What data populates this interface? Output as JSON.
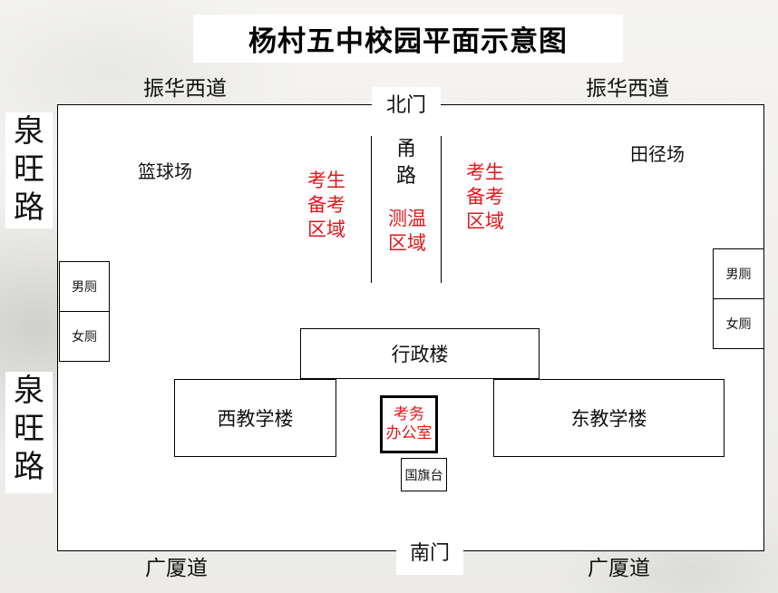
{
  "title": "杨村五中校园平面示意图",
  "roads": {
    "north_left": "振华西道",
    "north_right": "振华西道",
    "south_left": "广厦道",
    "south_right": "广厦道",
    "west_upper": [
      "泉",
      "旺",
      "路"
    ],
    "west_lower": [
      "泉",
      "旺",
      "路"
    ]
  },
  "gates": {
    "north": "北门",
    "south": "南门"
  },
  "areas": {
    "basketball": "篮球场",
    "track_field": "田径场",
    "passage": [
      "甬",
      "路"
    ],
    "exam_prep_left": [
      "考生",
      "备考",
      "区域"
    ],
    "exam_prep_right": [
      "考生",
      "备考",
      "区域"
    ],
    "temperature": [
      "测温",
      "区域"
    ]
  },
  "toilets": {
    "west_male": "男厕",
    "west_female": "女厕",
    "east_male": "男厕",
    "east_female": "女厕"
  },
  "buildings": {
    "admin": "行政楼",
    "west_teaching": "西教学楼",
    "east_teaching": "东教学楼",
    "exam_office": [
      "考务",
      "办公室"
    ],
    "flag_platform": "国旗台"
  },
  "colors": {
    "highlight": "#e2161b",
    "lines": "#000000",
    "background": "#ffffff"
  }
}
